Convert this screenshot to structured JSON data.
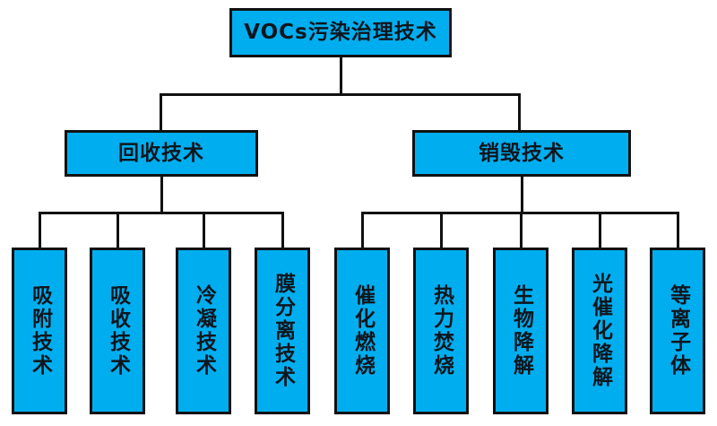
{
  "diagram": {
    "title": "VOCs污染治理技术",
    "type": "tree",
    "colors": {
      "node_fill": "#00AEEF",
      "node_border": "#111111",
      "connector": "#111111",
      "background": "#FFFFFF",
      "text": "#10151C"
    },
    "root": {
      "label": "VOCs污染治理技术"
    },
    "branches": [
      {
        "label": "回收技术",
        "children": [
          {
            "label": "吸附技术"
          },
          {
            "label": "吸收技术"
          },
          {
            "label": "冷凝技术"
          },
          {
            "label": "膜分离技术"
          }
        ]
      },
      {
        "label": "销毁技术",
        "children": [
          {
            "label": "催化燃烧"
          },
          {
            "label": "热力焚烧"
          },
          {
            "label": "生物降解"
          },
          {
            "label": "光催化降解"
          },
          {
            "label": "等离子体"
          }
        ]
      }
    ]
  }
}
